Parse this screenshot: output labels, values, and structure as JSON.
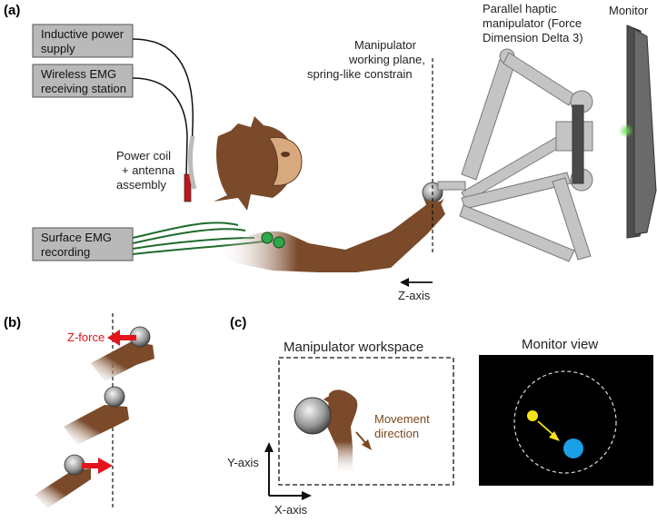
{
  "panels": {
    "a": "(a)",
    "b": "(b)",
    "c": "(c)"
  },
  "boxes": {
    "inductive_line1": "Inductive power",
    "inductive_line2": "supply",
    "wireless_line1": "Wireless EMG",
    "wireless_line2": "receiving station",
    "surface_line1": "Surface EMG",
    "surface_line2": "recording"
  },
  "labels": {
    "power_coil_line1": "Power coil",
    "power_coil_line2": "+ antenna",
    "power_coil_line3": "assembly",
    "plane_line1": "Manipulator",
    "plane_line2": "working plane,",
    "plane_line3": "spring-like constrain",
    "haptic_line1": "Parallel haptic",
    "haptic_line2": "manipulator (Force",
    "haptic_line3": "Dimension Delta 3)",
    "monitor": "Monitor",
    "z_axis": "Z-axis",
    "z_force": "Z-force",
    "workspace_title": "Manipulator workspace",
    "monitor_view_title": "Monitor view",
    "movement_line1": "Movement",
    "movement_line2": "direction",
    "y_axis": "Y-axis",
    "x_axis": "X-axis"
  },
  "colors": {
    "box_fill": "#b9b9b9",
    "skin": "#7a4a2a",
    "skin_light": "#d9a97e",
    "emg_green": "#1f6b2c",
    "force_red": "#e3141b",
    "monitor_gray": "#5a5a5a",
    "manip_gray": "#c4c4c4",
    "cursor_yellow": "#f5e21a",
    "target_blue": "#1aa0e6",
    "movement_brown": "#7a4a20"
  }
}
